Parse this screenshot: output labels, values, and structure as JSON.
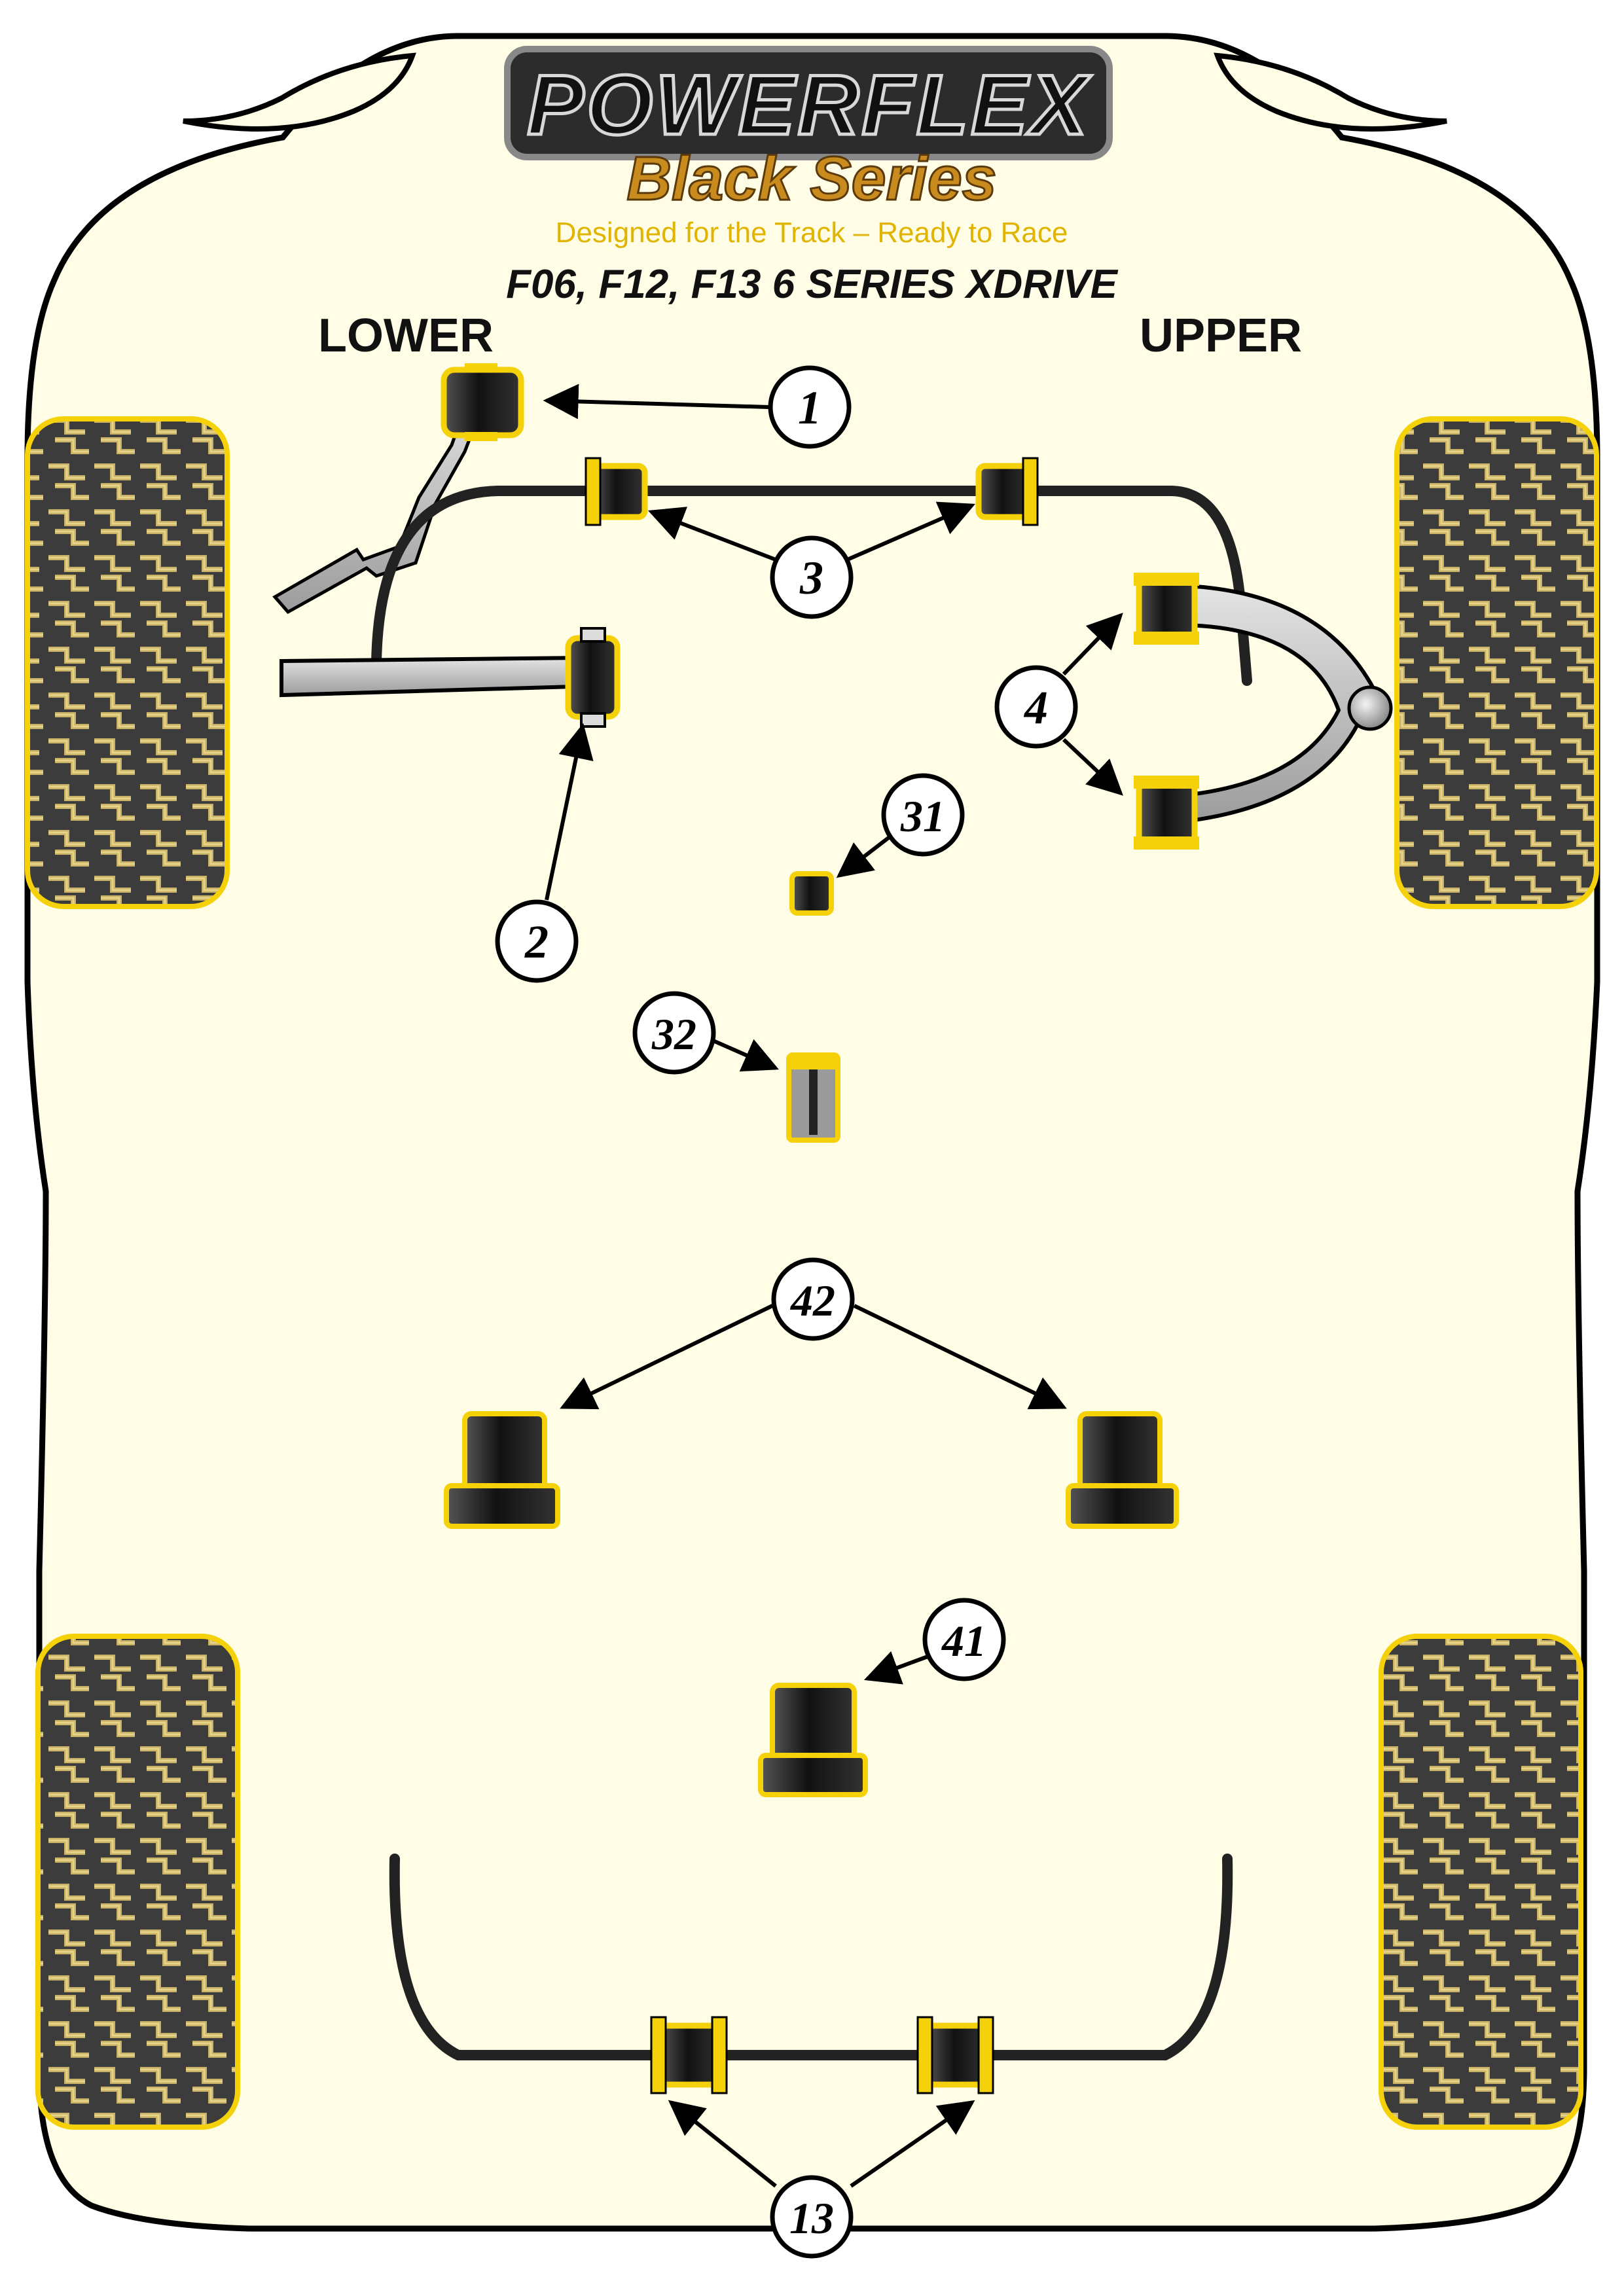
{
  "brand": {
    "logo_text": "POWERFLEX",
    "series": "Black Series",
    "tagline": "Designed for the Track – Ready to Race"
  },
  "title": "F06, F12, F13 6 SERIES XDRIVE",
  "labels": {
    "lower": "LOWER",
    "upper": "UPPER"
  },
  "callouts": [
    "1",
    "2",
    "3",
    "4",
    "31",
    "32",
    "42",
    "41",
    "13"
  ],
  "colors": {
    "bush_yellow": "#f5d10a",
    "bush_black": "#1e1e1e",
    "chassis_fill": "#fffde6",
    "tyre_tan": "#c9b266",
    "tyre_dark": "#3c3c3c",
    "arm_grey": "#bdbdbd"
  }
}
